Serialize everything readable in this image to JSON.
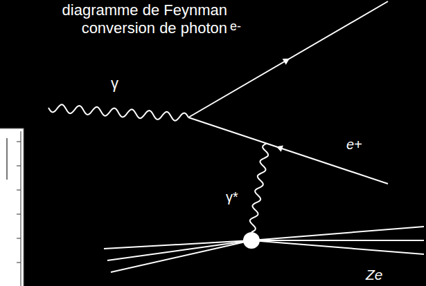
{
  "diagram": {
    "title": "diagramme de Feynman conversion de photon",
    "labels": [
      "e-",
      "γ",
      "e+",
      "γ*",
      "Ze"
    ]
  }
}
